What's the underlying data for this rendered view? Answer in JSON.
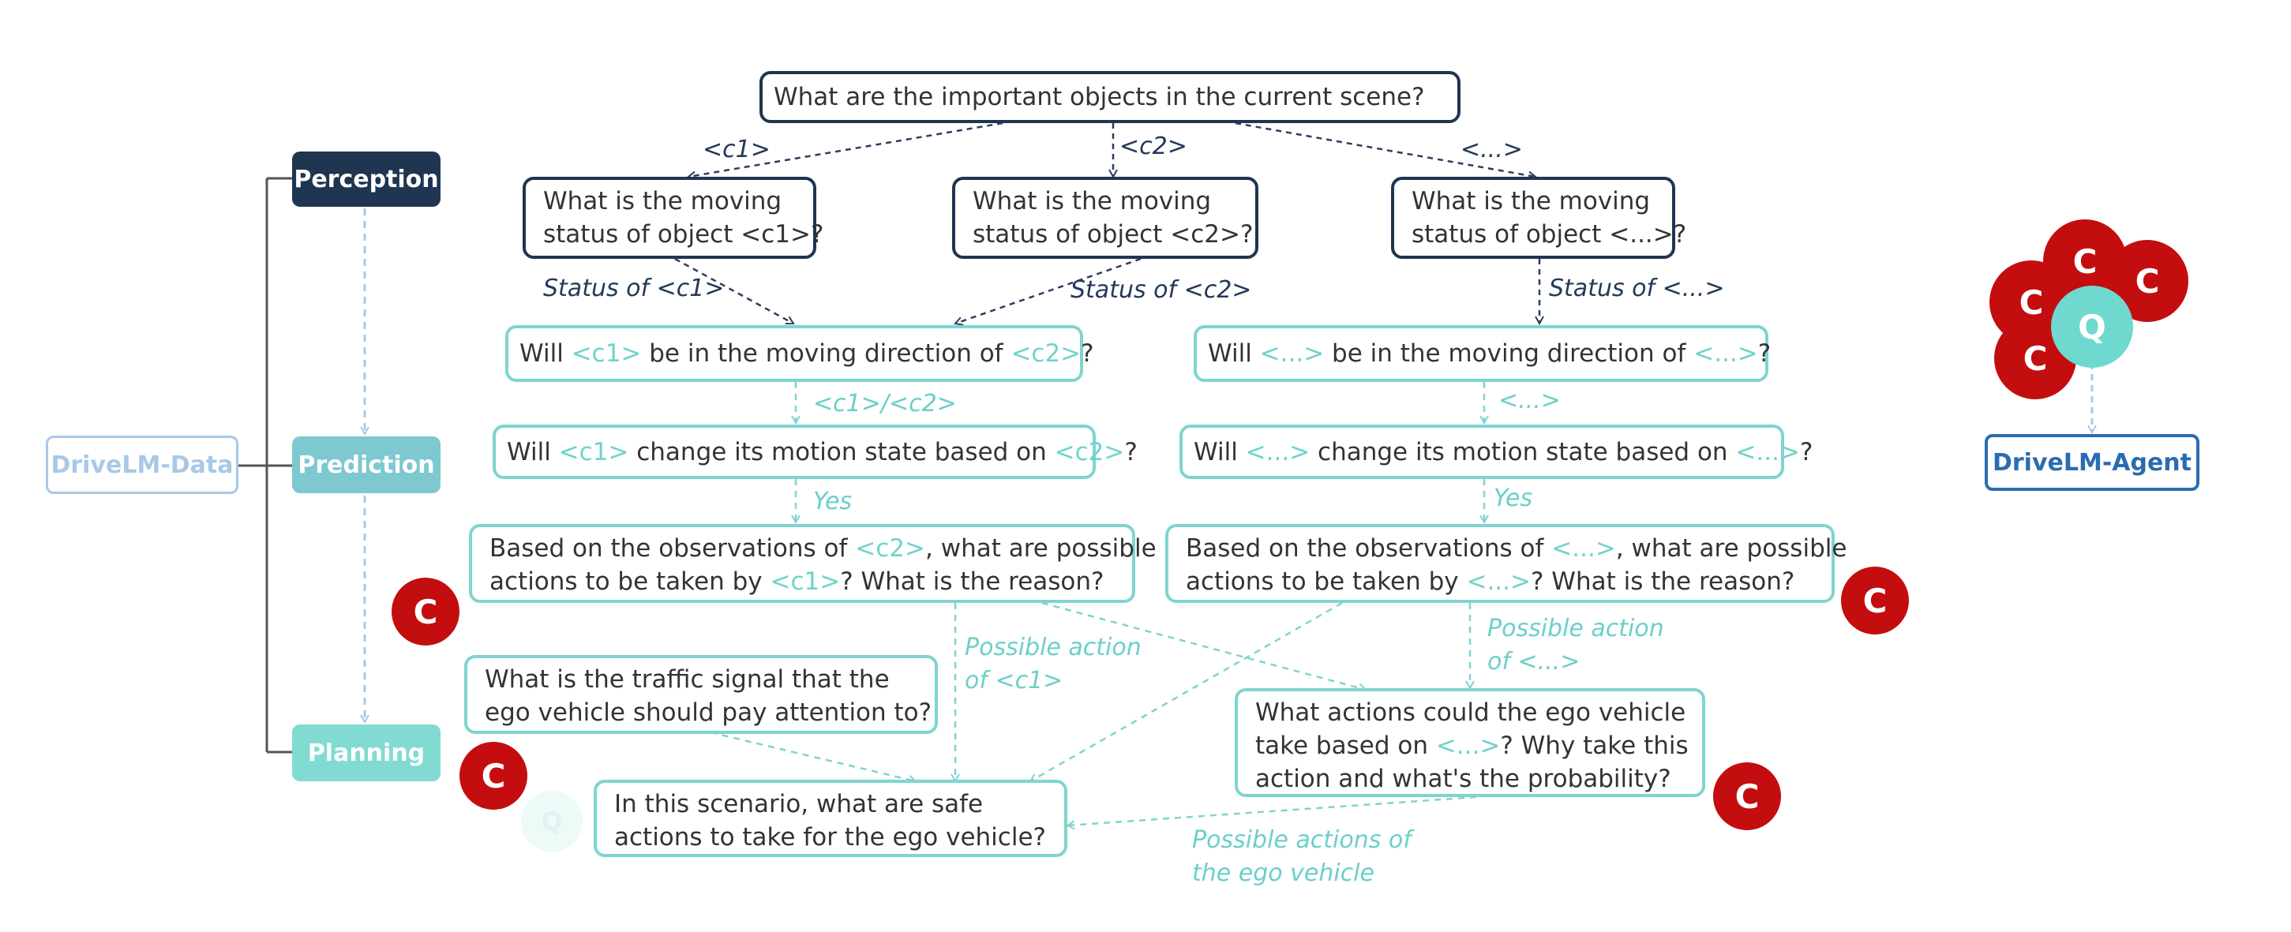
{
  "colors": {
    "navy": "#1f3550",
    "teal": "#7fd4d0",
    "teal_text": "#6ccfc8",
    "light_blue": "#a9c8e8",
    "agent_blue": "#2b6cb0",
    "red": "#c30d0f",
    "q_teal": "#6fd8cf"
  },
  "legend": {
    "perception": "Perception",
    "prediction": "Prediction",
    "planning": "Planning",
    "data": "DriveLM-Data",
    "agent": "DriveLM-Agent"
  },
  "bubbles": {
    "c": "C",
    "q": "Q"
  },
  "nodes": {
    "top": {
      "text": "What are the important objects in the current scene?"
    },
    "moving_c1": {
      "l1": "What is the moving",
      "l2a": "status of object ",
      "l2b": "<c1>",
      "l2c": "?"
    },
    "moving_c2": {
      "l1": "What is the moving",
      "l2a": "status of object ",
      "l2b": "<c2>",
      "l2c": "?"
    },
    "moving_etc": {
      "l1": "What is the moving",
      "l2a": "status of object ",
      "l2b": "<...>",
      "l2c": "?"
    },
    "dir_left": {
      "a": "Will ",
      "b": "<c1>",
      "c": " be in the moving direction of ",
      "d": "<c2>",
      "e": "?"
    },
    "dir_right": {
      "a": "Will ",
      "b": "<...>",
      "c": " be in the moving direction of ",
      "d": "<...>",
      "e": "?"
    },
    "motion_left": {
      "a": "Will ",
      "b": "<c1>",
      "c": " change its motion state based on ",
      "d": "<c2>",
      "e": "?"
    },
    "motion_right": {
      "a": "Will ",
      "b": "<...>",
      "c": " change its motion state based on ",
      "d": "<...>",
      "e": "?"
    },
    "obs_left": {
      "l1a": "Based on the observations of ",
      "l1b": "<c2>",
      "l1c": ", what are possible",
      "l2a": "actions to be taken by ",
      "l2b": "<c1>",
      "l2c": "? What is the reason?"
    },
    "obs_right": {
      "l1a": "Based on the observations of ",
      "l1b": "<...>",
      "l1c": ", what are possible",
      "l2a": "actions to be taken by ",
      "l2b": "<...>",
      "l2c": "? What is the reason?"
    },
    "traffic": {
      "l1": "What is the traffic signal that the",
      "l2": "ego vehicle should pay attention to?"
    },
    "ego_actions": {
      "l1": "What actions could the ego vehicle",
      "l2a": "take based on ",
      "l2b": "<...>",
      "l2c": "? Why take this",
      "l3": "action and what's the probability?"
    },
    "safe": {
      "l1": "In this scenario, what are safe",
      "l2": "actions to take for the ego vehicle?"
    }
  },
  "edge_labels": {
    "c1": "<c1>",
    "c2": "<c2>",
    "etc": "<...>",
    "status_c1": "Status of <c1>",
    "status_c2": "Status of <c2>",
    "status_etc": "Status of <...>",
    "c1_c2": "<c1>/<c2>",
    "etc2": "<...>",
    "yes_left": "Yes",
    "yes_right": "Yes",
    "possible_c1": [
      "Possible action",
      "of <c1>"
    ],
    "possible_etc": [
      "Possible action",
      "of <...>"
    ],
    "possible_ego": [
      "Possible actions of",
      "the ego vehicle"
    ]
  }
}
